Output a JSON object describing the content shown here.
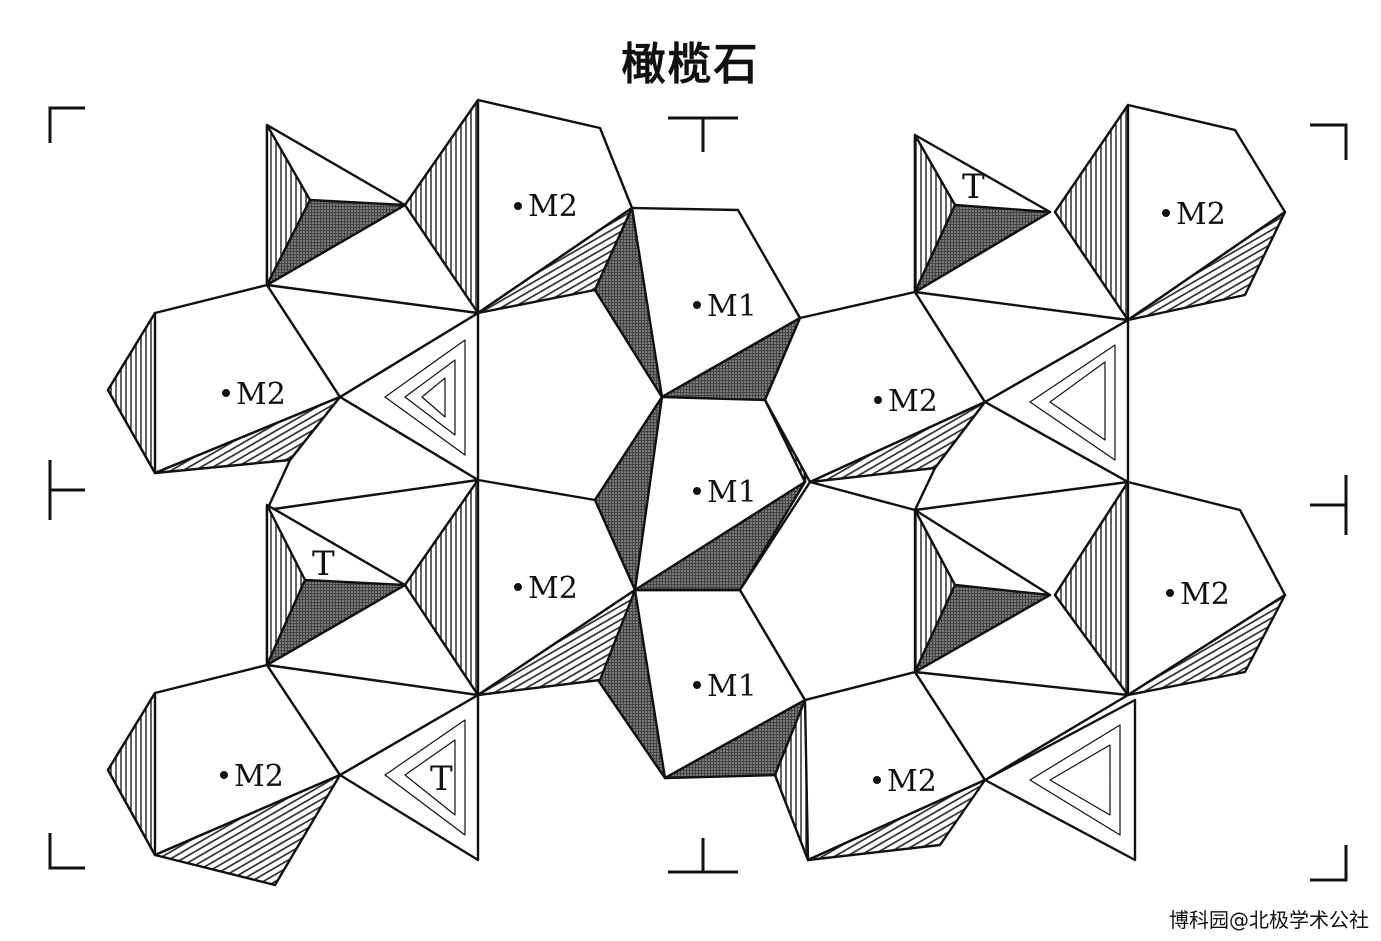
{
  "title": "橄榄石",
  "watermark": "博科园@北极学术公社",
  "labels": {
    "m1": "M1",
    "m2": "M2",
    "t": "T"
  }
}
